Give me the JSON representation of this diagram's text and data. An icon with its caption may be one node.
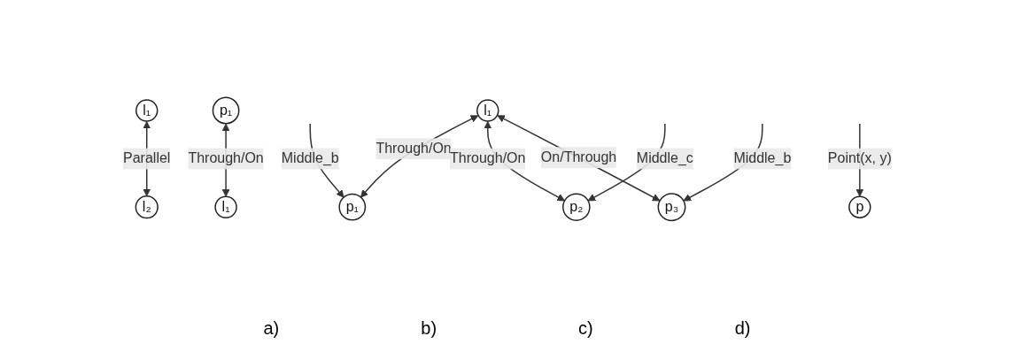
{
  "diagram": {
    "nodes": [
      {
        "text": [
          "p"
        ]
      },
      {
        "text": [
          "l₁"
        ]
      },
      {
        "text": [
          "l₂"
        ]
      },
      {
        "text": [
          "p₁"
        ]
      },
      {
        "text": [
          "l₁"
        ]
      },
      {
        "text": [
          "l₁"
        ]
      },
      {
        "text": [
          "p₁"
        ]
      },
      {
        "text": [
          "p₃"
        ]
      },
      {
        "text": [
          "p₂"
        ]
      }
    ],
    "edges": [
      {
        "from": null,
        "to": 0,
        "arrow": "to",
        "label": "Point(x, y)"
      },
      {
        "from": 1,
        "to": 2,
        "arrow": "both",
        "label": "Parallel"
      },
      {
        "from": 3,
        "to": 4,
        "arrow": "both",
        "label": "Through/On"
      },
      {
        "from": 5,
        "to": 6,
        "arrow": "both",
        "label": "Through/On"
      },
      {
        "from": 5,
        "to": 8,
        "arrow": "both",
        "label": "Through/On"
      },
      {
        "from": 5,
        "to": 7,
        "arrow": "both",
        "label": "On/Through"
      },
      {
        "from": null,
        "to": 6,
        "arrow": "to",
        "label": "Middle_b"
      },
      {
        "from": null,
        "to": 7,
        "arrow": "to",
        "label": "Middle_b"
      },
      {
        "from": null,
        "to": 8,
        "arrow": "to",
        "label": "Middle_c"
      }
    ],
    "labels": [
      "a)",
      "b)",
      "c)",
      "d)"
    ]
  }
}
